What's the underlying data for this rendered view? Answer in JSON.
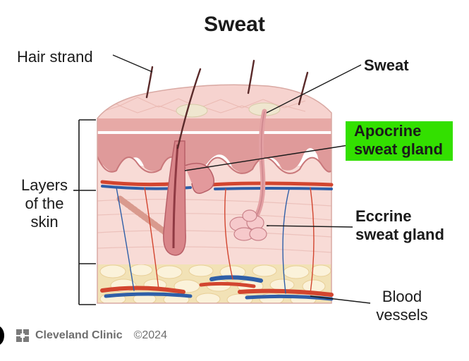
{
  "title": "Sweat",
  "labels": {
    "hair_strand": "Hair strand",
    "sweat": "Sweat",
    "apocrine_line1": "Apocrine",
    "apocrine_line2": "sweat gland",
    "layers_line1": "Layers",
    "layers_line2": "of the",
    "layers_line3": "skin",
    "eccrine_line1": "Eccrine",
    "eccrine_line2": "sweat gland",
    "blood_line1": "Blood",
    "blood_line2": "vessels"
  },
  "footer": {
    "brand": "Cleveland Clinic",
    "copyright": "©2024"
  },
  "colors": {
    "highlight": "#33e000",
    "epidermis": "#f3c9c4",
    "dermis": "#f7d7d3",
    "fat": "#f1dfb4",
    "artery": "#d2452f",
    "vein": "#2f5fa8"
  },
  "icons": [
    "cleveland-clinic-logo-icon"
  ]
}
